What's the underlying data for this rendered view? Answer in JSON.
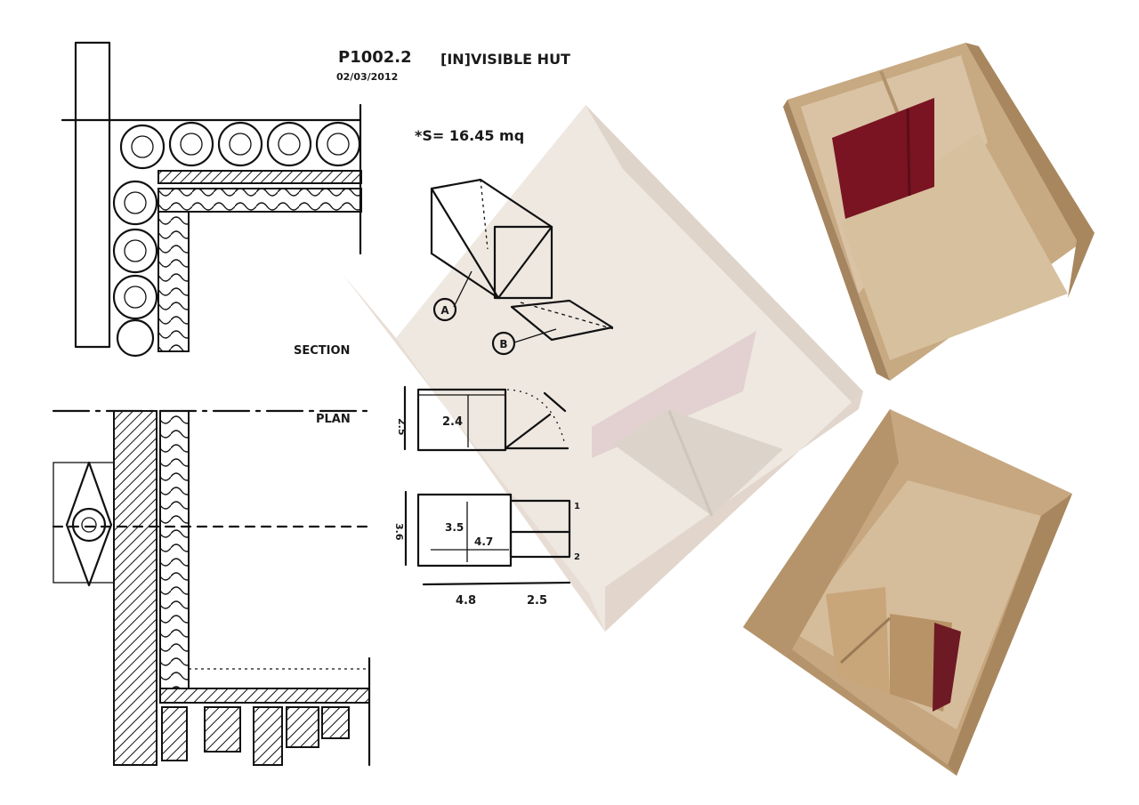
{
  "sheet": {
    "project_code": "P1002.2",
    "date": "02/03/2012",
    "title": "[IN]VISIBLE HUT",
    "area_note": "*S= 16.45 mq"
  },
  "labels": {
    "section": "SECTION",
    "plan": "PLAN",
    "marker_a": "A",
    "marker_b": "B"
  },
  "dimensions": {
    "plan_top_height": "2.5",
    "plan_top_inner": "2.4",
    "plan_bottom_height": "3.6",
    "plan_bottom_inner_height": "3.5",
    "plan_bottom_inner_width": "4.7",
    "overall_width": "4.8",
    "extension_width": "2.5",
    "ref_1": "1",
    "ref_2": "2"
  },
  "colors": {
    "ink": "#111111",
    "translucent_model": "#e6dcd2",
    "plywood": "#c9ad8a",
    "plywood_dark": "#a58560",
    "red_panel": "#7a1422"
  }
}
